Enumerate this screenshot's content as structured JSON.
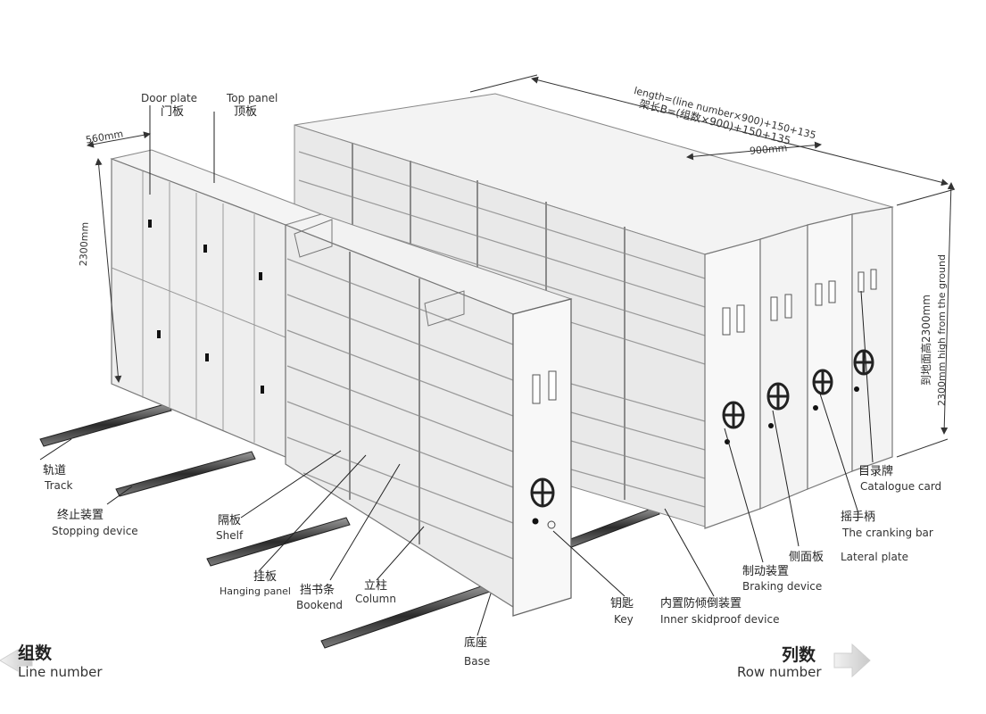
{
  "labels": {
    "door_plate": {
      "en": "Door plate",
      "zh": "门板"
    },
    "top_panel": {
      "en": "Top panel",
      "zh": "顶板"
    },
    "track": {
      "zh": "轨道",
      "en": "Track"
    },
    "stopping_device": {
      "zh": "终止装置",
      "en": "Stopping device"
    },
    "shelf": {
      "zh": "隔板",
      "en": "Shelf"
    },
    "hanging_panel": {
      "zh": "挂板",
      "en": "Hanging panel"
    },
    "bookend": {
      "zh": "挡书条",
      "en": "Bookend"
    },
    "column": {
      "zh": "立柱",
      "en": "Column"
    },
    "base": {
      "zh": "底座",
      "en": "Base"
    },
    "key": {
      "zh": "钥匙",
      "en": "Key"
    },
    "inner_skidproof": {
      "zh": "内置防倾倒装置",
      "en": "Inner skidproof device"
    },
    "braking_device": {
      "zh": "制动装置",
      "en": "Braking device"
    },
    "lateral_plate": {
      "zh": "侧面板",
      "en": "Lateral plate"
    },
    "cranking_bar": {
      "zh": "摇手柄",
      "en": "The cranking bar"
    },
    "catalogue_card": {
      "zh": "目录牌",
      "en": "Catalogue card"
    },
    "line_number": {
      "zh": "组数",
      "en": "Line number"
    },
    "row_number": {
      "zh": "列数",
      "en": "Row number"
    }
  },
  "dimensions": {
    "depth": "560mm",
    "height": "2300mm",
    "length_en": "length=(line number×900)+150+135",
    "length_zh": "架长B=(组数×900)+150+135",
    "unit_width": "900mm",
    "ground_height_zh": "到地面高2300mm",
    "ground_height_en": "2300mm high from the ground"
  }
}
